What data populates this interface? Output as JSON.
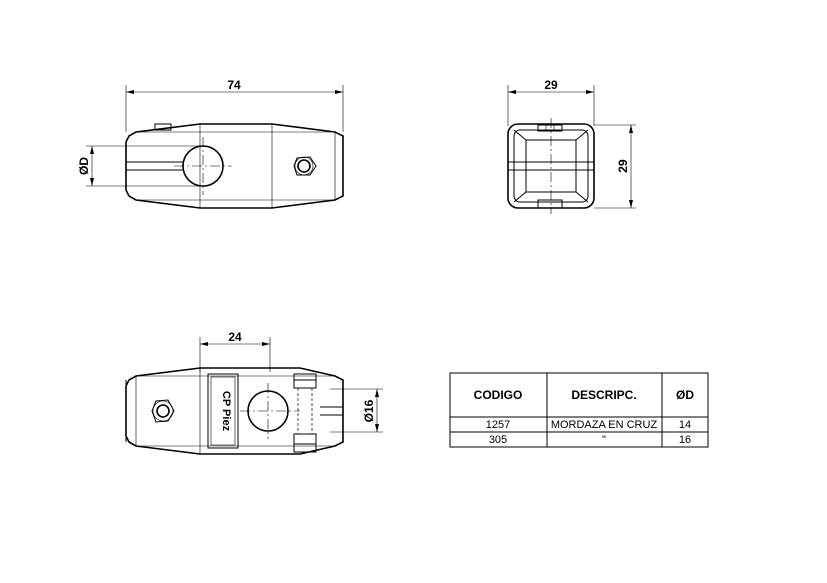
{
  "dimensions": {
    "top_length": "74",
    "top_diameter": "ØD",
    "side_width": "29",
    "side_height": "29",
    "bottom_length": "24",
    "bottom_diameter": "Ø16"
  },
  "logo_text": "CP Piez",
  "table": {
    "headers": [
      "CODIGO",
      "DESCRIPC.",
      "ØD"
    ],
    "rows": [
      [
        "1257",
        "MORDAZA EN CRUZ",
        "14"
      ],
      [
        "305",
        "\"",
        "16"
      ]
    ]
  }
}
